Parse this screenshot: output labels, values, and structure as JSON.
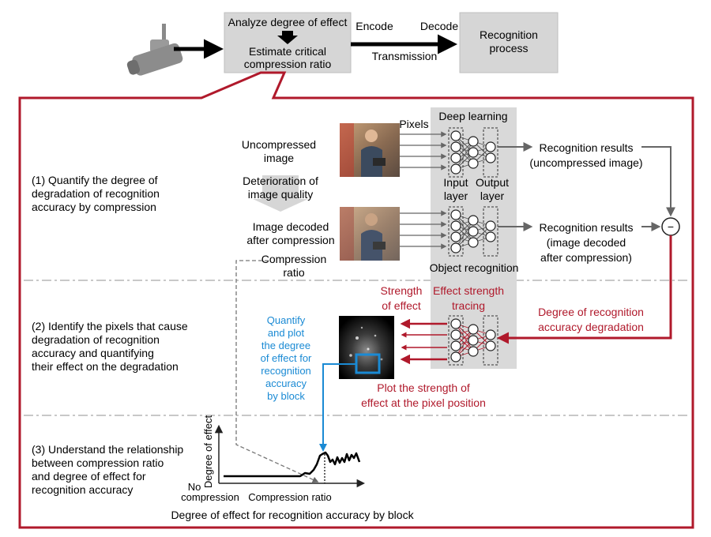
{
  "top_flow": {
    "analyze_label": "Analyze degree of effect",
    "estimate_label_line1": "Estimate critical",
    "estimate_label_line2": "compression ratio",
    "encode_label": "Encode",
    "decode_label": "Decode",
    "transmission_label": "Transmission",
    "recognition_process_line1": "Recognition",
    "recognition_process_line2": "process"
  },
  "steps": {
    "step1_lines": [
      "(1) Quantify the degree of",
      "degradation of recognition",
      "accuracy by compression"
    ],
    "step2_lines": [
      "(2) Identify the pixels that cause",
      "degradation of recognition",
      "accuracy and quantifying",
      "their effect on the degradation"
    ],
    "step3_lines": [
      "(3) Understand the relationship",
      "between compression ratio",
      "and degree of effect for",
      "recognition accuracy"
    ]
  },
  "section1": {
    "uncompressed_lines": [
      "Uncompressed",
      "image"
    ],
    "deterioration_lines": [
      "Deterioration of",
      "image quality"
    ],
    "decoded_lines": [
      "Image decoded",
      "after compression"
    ],
    "compression_ratio_lines": [
      "Compression",
      "ratio"
    ],
    "pixels_label": "Pixels",
    "deep_learning_label": "Deep learning",
    "input_layer_lines": [
      "Input",
      "layer"
    ],
    "output_layer_lines": [
      "Output",
      "layer"
    ],
    "object_recognition_label": "Object recognition",
    "result1_lines": [
      "Recognition results",
      "(uncompressed image)"
    ],
    "result2_lines": [
      "Recognition results",
      "(image decoded",
      "after compression)"
    ],
    "minus_symbol": "−"
  },
  "section2": {
    "strength_lines": [
      "Strength",
      "of effect"
    ],
    "tracing_lines": [
      "Effect strength",
      "tracing"
    ],
    "degradation_lines": [
      "Degree of recognition",
      "accuracy degradation"
    ],
    "quantify_lines": [
      "Quantify",
      "and plot",
      "the degree",
      "of effect for",
      "recognition",
      "accuracy",
      "by block"
    ],
    "plot_strength_lines": [
      "Plot the strength of",
      "effect at the pixel position"
    ]
  },
  "section3": {
    "y_axis_label": "Degree of effect",
    "no_compression_lines": [
      "No",
      "compression"
    ],
    "x_axis_label": "Compression ratio",
    "caption": "Degree of effect for recognition accuracy by block"
  },
  "colors": {
    "red_accent": "#b0192b",
    "blue_accent": "#1a8ad4",
    "box_gray": "#d6d6d6",
    "panel_gray": "#d9d9d9"
  }
}
